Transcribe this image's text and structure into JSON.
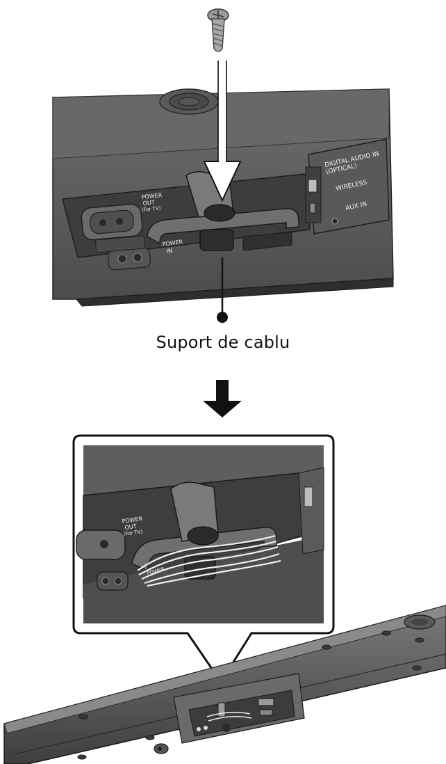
{
  "caption": "Suport de cablu",
  "top_panel": {
    "label_power_out": [
      "POWER",
      "OUT",
      "(For TV)"
    ],
    "label_power_in": [
      "POWER",
      "IN"
    ],
    "label_digital_audio": [
      "DIGITAL AUDIO IN",
      "(OPTICAL)"
    ],
    "label_wireless": "WIRELESS",
    "label_aux": "AUX IN"
  },
  "zoom_panel": {
    "label_power_out": [
      "POWER",
      "OUT",
      "(For TV)"
    ],
    "label_power_in": "POWER"
  }
}
